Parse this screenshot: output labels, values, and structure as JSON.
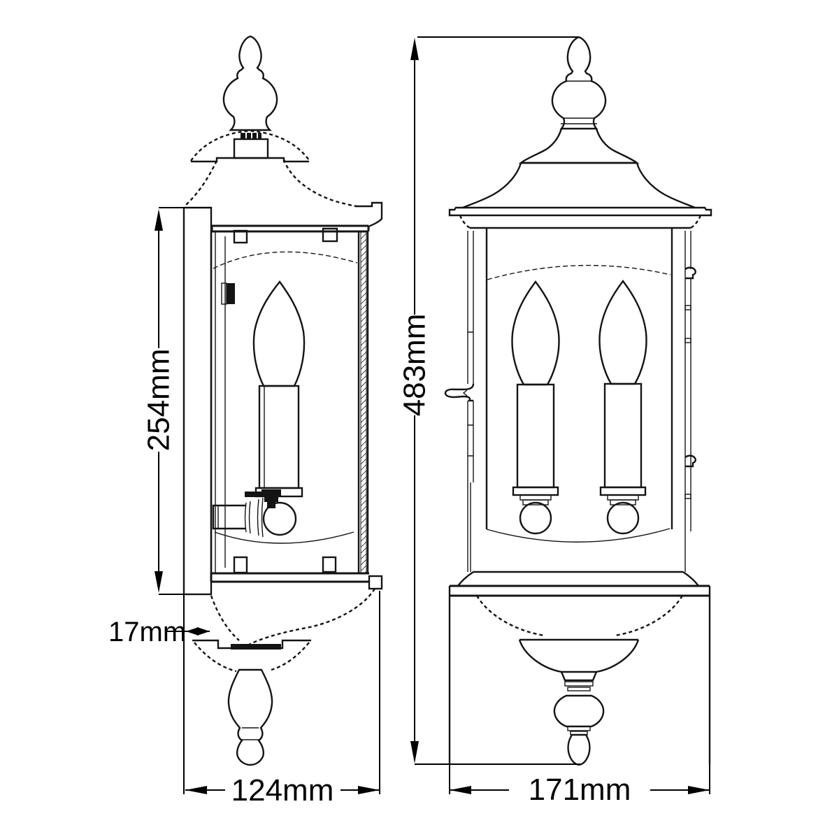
{
  "drawing": {
    "background_color": "#ffffff",
    "line_color": "#141414",
    "dimension_text_color": "#000000"
  },
  "dimensions": {
    "side_view_height": {
      "label": "254mm"
    },
    "side_view_backplate_depth": {
      "label": "17mm"
    },
    "side_view_width": {
      "label": "124mm"
    },
    "front_view_height": {
      "label": "483mm"
    },
    "front_view_width": {
      "label": "171mm"
    }
  }
}
